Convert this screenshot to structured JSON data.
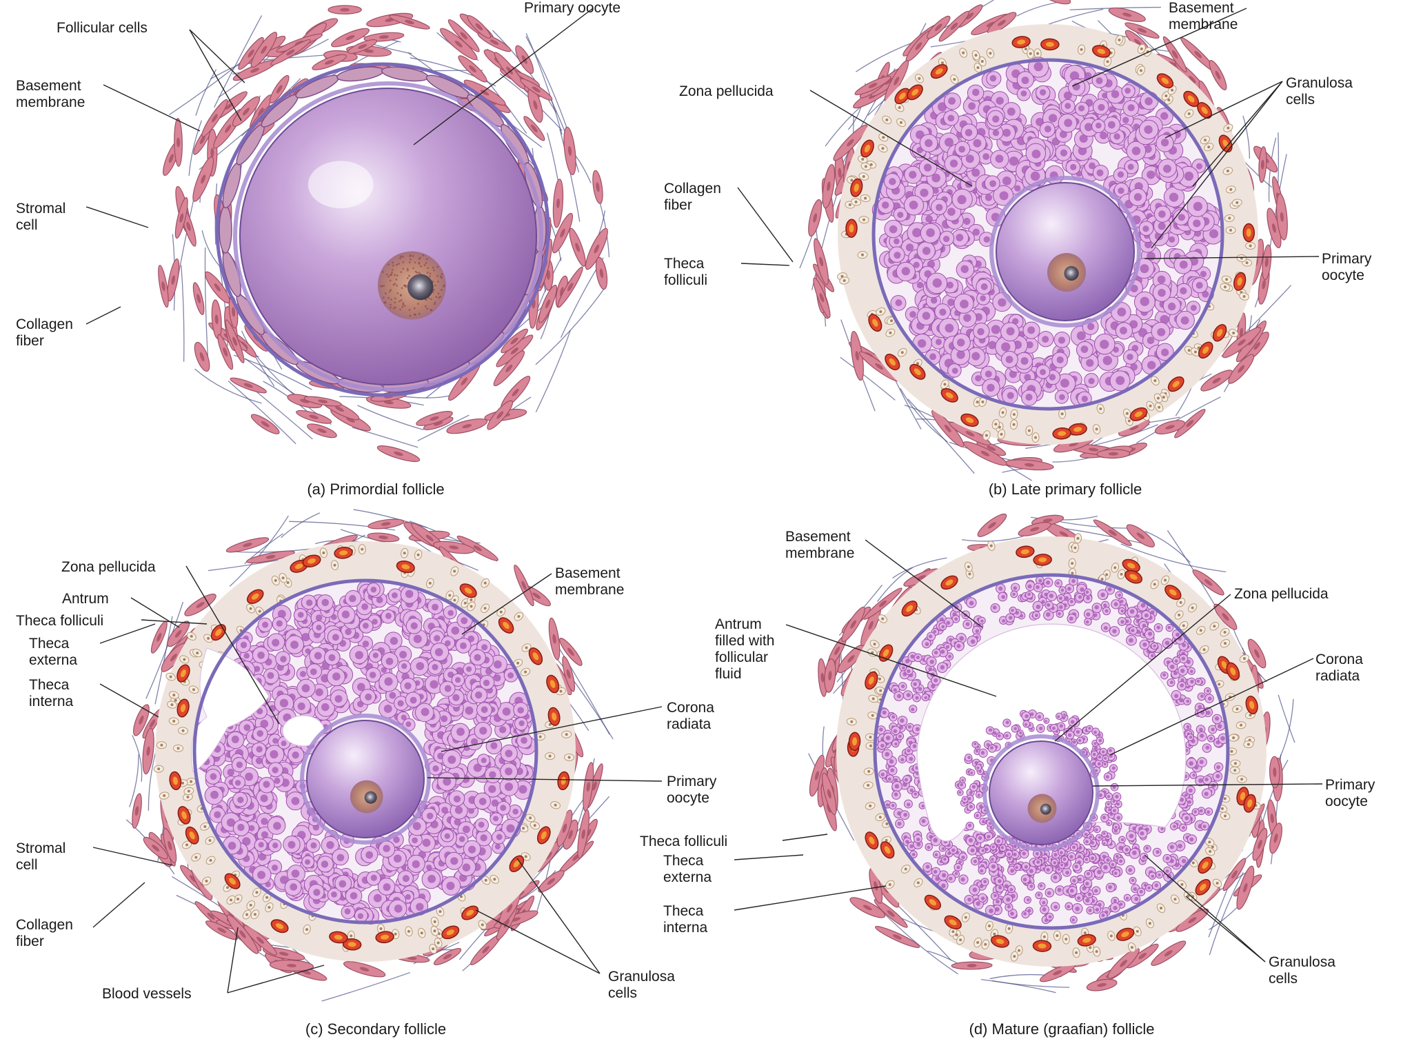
{
  "panels": {
    "a": {
      "caption": "(a) Primordial follicle",
      "labels": {
        "follicular_cells": "Follicular cells",
        "primary_oocyte": "Primary oocyte",
        "basement_membrane": "Basement\nmembrane",
        "stromal_cell": "Stromal\ncell",
        "collagen_fiber": "Collagen\nfiber"
      }
    },
    "b": {
      "caption": "(b) Late primary follicle",
      "labels": {
        "basement_membrane": "Basement\nmembrane",
        "zona_pellucida": "Zona pellucida",
        "granulosa_cells": "Granulosa\ncells",
        "collagen_fiber": "Collagen\nfiber",
        "theca_folliculi": "Theca\nfolliculi",
        "primary_oocyte": "Primary\noocyte"
      }
    },
    "c": {
      "caption": "(c) Secondary follicle",
      "labels": {
        "zona_pellucida": "Zona pellucida",
        "antrum": "Antrum",
        "theca_folliculi": "Theca folliculi",
        "theca_externa": "Theca\nexterna",
        "theca_interna": "Theca\ninterna",
        "basement_membrane": "Basement\nmembrane",
        "corona_radiata": "Corona\nradiata",
        "primary_oocyte": "Primary\noocyte",
        "stromal_cell": "Stromal\ncell",
        "collagen_fiber": "Collagen\nfiber",
        "blood_vessels": "Blood vessels",
        "granulosa_cells": "Granulosa\ncells"
      }
    },
    "d": {
      "caption": "(d) Mature (graafian) follicle",
      "labels": {
        "basement_membrane": "Basement\nmembrane",
        "zona_pellucida": "Zona pellucida",
        "antrum": "Antrum\nfilled with\nfollicular\nfluid",
        "corona_radiata": "Corona\nradiata",
        "primary_oocyte": "Primary\noocyte",
        "theca_folliculi": "Theca folliculi",
        "theca_externa": "Theca\nexterna",
        "theca_interna": "Theca\ninterna",
        "granulosa_cells": "Granulosa\ncells"
      }
    }
  },
  "colors": {
    "stroma": "#d98597",
    "theca_vessel": "#e0452c",
    "basement": "#7a6ab8",
    "granulosa": "#b46fbf",
    "oocyte": "#b89cd8",
    "fluid": "#ffffff",
    "leader": "#222222"
  }
}
